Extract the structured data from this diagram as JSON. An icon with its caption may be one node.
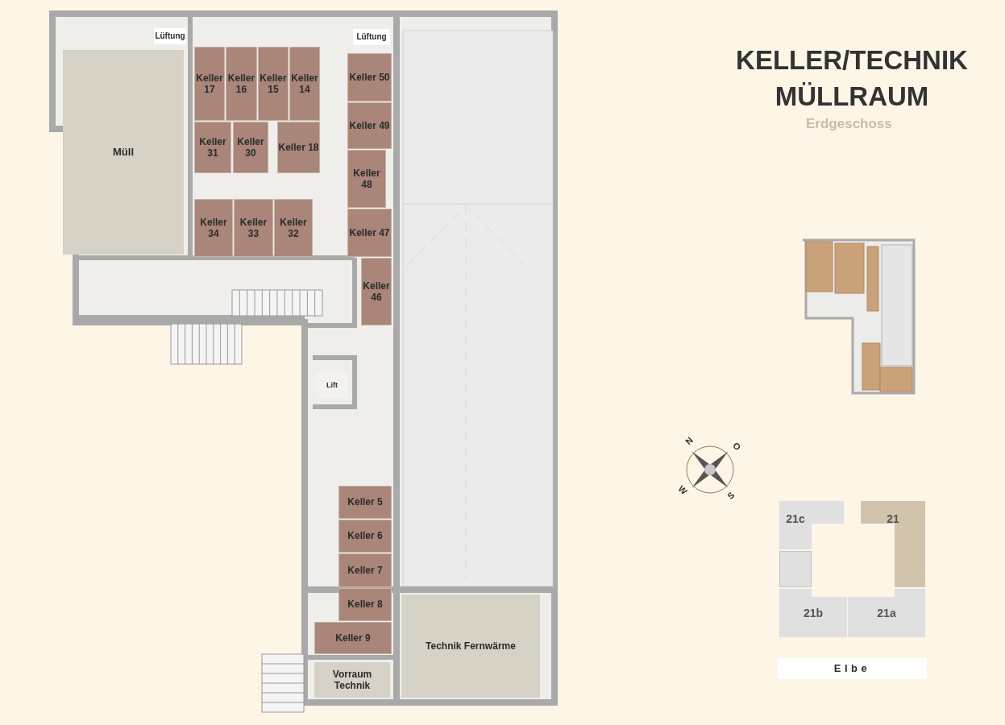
{
  "diagram": {
    "title": "KELLER/TECHNIK MÜLLRAUM",
    "nodes": [
      {
        "text": [
          "Müll"
        ]
      },
      {
        "text": [
          "Lüftung"
        ]
      },
      {
        "text": [
          "Lüftung"
        ]
      },
      {
        "text": [
          "Keller 17"
        ]
      },
      {
        "text": [
          "Keller 16"
        ]
      },
      {
        "text": [
          "Keller 15"
        ]
      },
      {
        "text": [
          "Keller 14"
        ]
      },
      {
        "text": [
          "Keller 50"
        ]
      },
      {
        "text": [
          "Keller 31"
        ]
      },
      {
        "text": [
          "Keller 30"
        ]
      },
      {
        "text": [
          "Keller 18"
        ]
      },
      {
        "text": [
          "Keller 49"
        ]
      },
      {
        "text": [
          "Keller 48"
        ]
      },
      {
        "text": [
          "Keller 34"
        ]
      },
      {
        "text": [
          "Keller 33"
        ]
      },
      {
        "text": [
          "Keller 32"
        ]
      },
      {
        "text": [
          "Keller 47"
        ]
      },
      {
        "text": [
          "Keller 46"
        ]
      },
      {
        "text": [
          "Lift"
        ]
      },
      {
        "text": [
          "Keller 5"
        ]
      },
      {
        "text": [
          "Keller 6"
        ]
      },
      {
        "text": [
          "Keller 7"
        ]
      },
      {
        "text": [
          "Keller 8"
        ]
      },
      {
        "text": [
          "Keller 9"
        ]
      },
      {
        "text": [
          "Technik Fernwärme"
        ]
      },
      {
        "text": [
          "Vorraum Technik"
        ]
      },
      {
        "text": [
          "21c"
        ]
      },
      {
        "text": [
          "21"
        ]
      },
      {
        "text": [],
        "shape": "box"
      },
      {
        "text": [
          "21b"
        ]
      },
      {
        "text": [
          "21a"
        ]
      },
      {
        "text": [
          "Elbe"
        ]
      }
    ],
    "labels": [
      "Erdgeschoss",
      "N",
      "O",
      "W",
      "S"
    ]
  }
}
